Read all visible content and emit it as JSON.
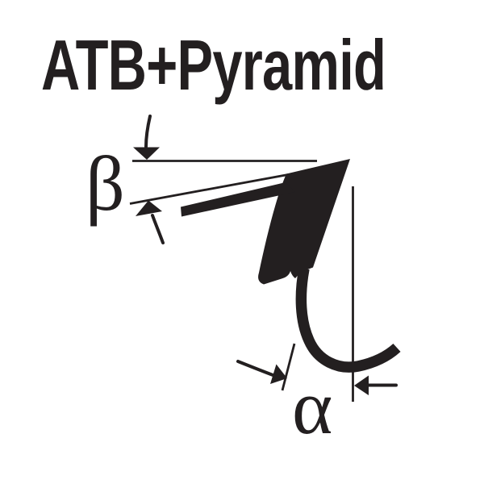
{
  "title": "ATB+Pyramid",
  "diagram": {
    "labels": {
      "top_bevel_angle": "β",
      "hook_angle": "α"
    }
  },
  "colors": {
    "ink": "#231f20",
    "background": "#ffffff"
  }
}
